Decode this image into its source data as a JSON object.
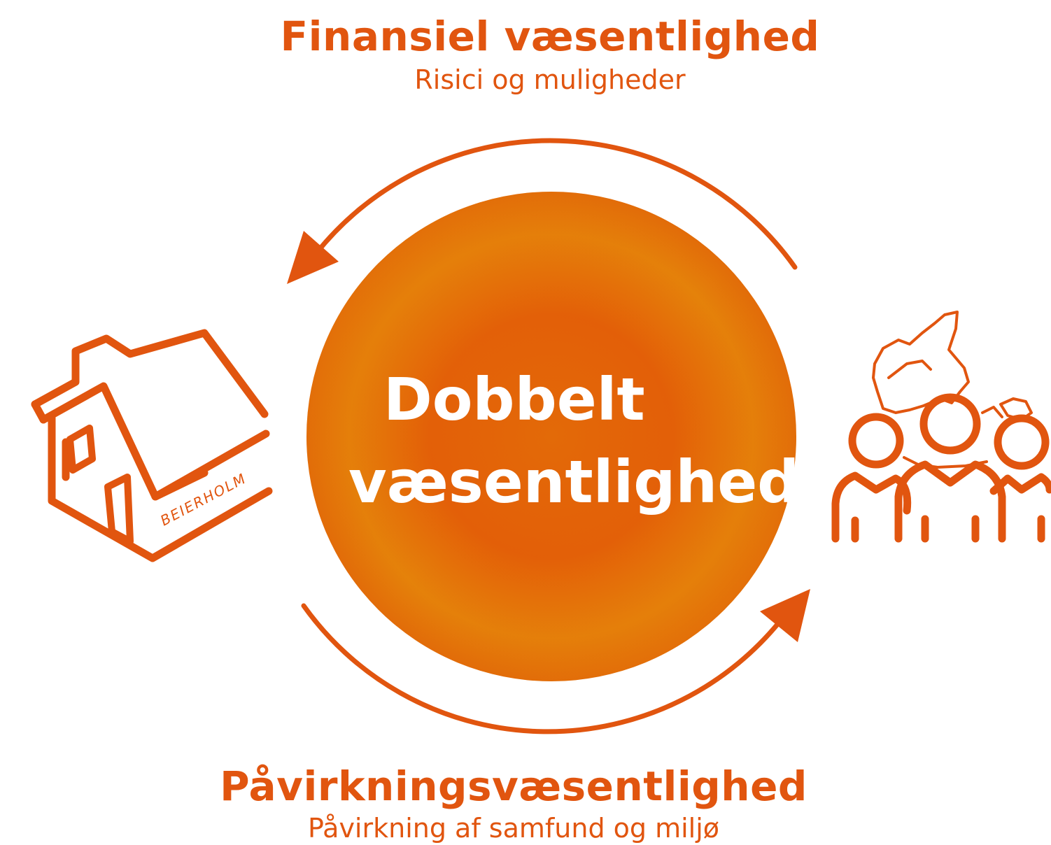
{
  "top": {
    "title": "Finansiel væsentlighed",
    "subtitle": "Risici og muligheder"
  },
  "center": {
    "line1": "Dobbelt",
    "line2": "væsentlighed"
  },
  "bottom": {
    "title": "Påvirkningsvæsentlighed",
    "subtitle": "Påvirkning af samfund og miljø"
  },
  "house_logo_text": "BEIERHOLM",
  "colors": {
    "accent": "#e1550f",
    "circle_light": "#e8860a",
    "circle_dark": "#e05a0a"
  },
  "icons": {
    "left": "house-icon",
    "right": "people-with-denmark-map-icon"
  }
}
